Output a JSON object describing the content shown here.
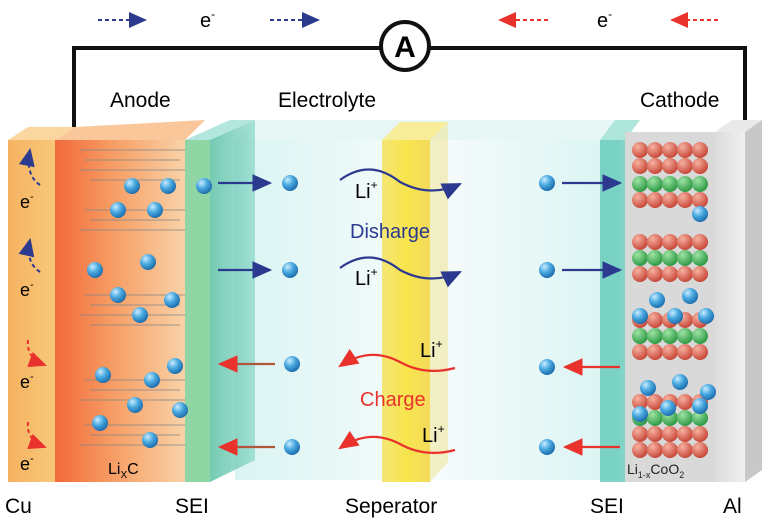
{
  "top": {
    "electron_left": "e",
    "electron_right": "e",
    "electron_sup": "-",
    "ammeter": "A"
  },
  "labels": {
    "anode": "Anode",
    "electrolyte": "Electrolyte",
    "cathode": "Cathode",
    "cu": "Cu",
    "sei_left": "SEI",
    "separator": "Seperator",
    "sei_right": "SEI",
    "al": "Al",
    "lixc_base": "Li",
    "lixc_sub": "X",
    "lixc_tail": "C",
    "licoo2_base": "Li",
    "licoo2_sub": "1-x",
    "licoo2_mid": "CoO",
    "licoo2_sub2": "2"
  },
  "process": {
    "li_ion": "Li",
    "li_sup": "+",
    "discharge": "Disharge",
    "charge": "Charge"
  },
  "collector_electrons": {
    "label": "e",
    "sup": "-"
  },
  "colors": {
    "discharge": "#2b3a8f",
    "charge": "#e8322b",
    "ion": "#3aa0dc",
    "separator": "#f6e04a",
    "sei": "#2fb8a6",
    "anode": "#f08a45"
  }
}
